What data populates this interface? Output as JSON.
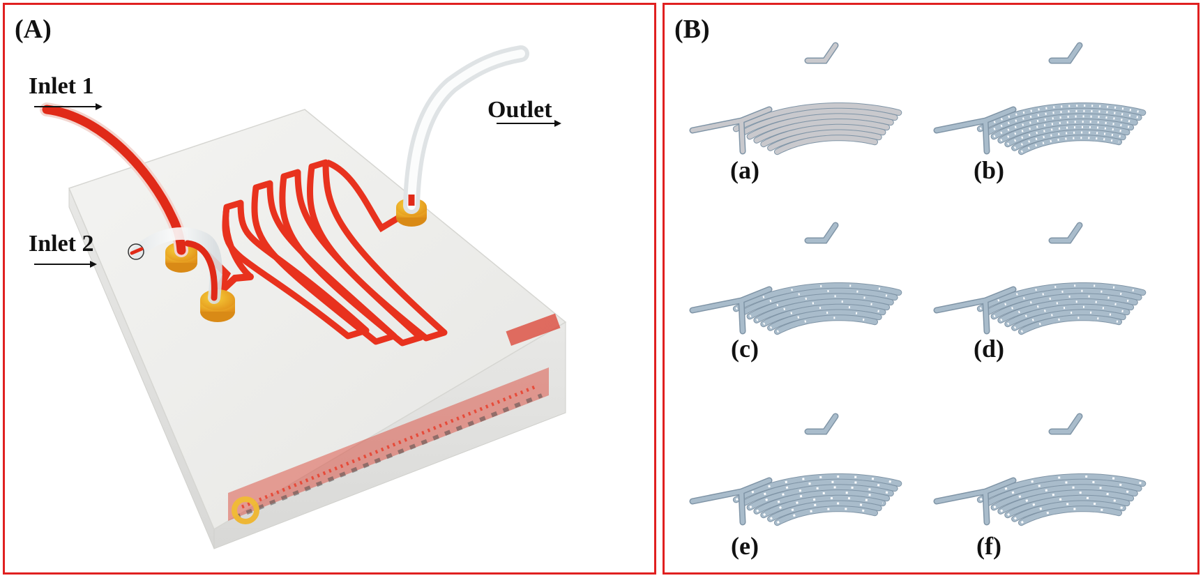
{
  "panel_a": {
    "label": "(A)",
    "inlet1": "Inlet 1",
    "inlet2": "Inlet 2",
    "outlet": "Outlet",
    "colors": {
      "channel": "#e8321e",
      "connector": "#f2b21a",
      "chip": "#eeeeec",
      "frame": "#e02020"
    }
  },
  "panel_b": {
    "label": "(B)",
    "variants": [
      {
        "label": "(a)",
        "pattern": "plain"
      },
      {
        "label": "(b)",
        "pattern": "dense-grid"
      },
      {
        "label": "(c)",
        "pattern": "sparse-dashes"
      },
      {
        "label": "(d)",
        "pattern": "short-dashes"
      },
      {
        "label": "(e)",
        "pattern": "staggered-bars"
      },
      {
        "label": "(f)",
        "pattern": "long-bars"
      }
    ],
    "colors": {
      "plain": "#c9c9cd",
      "channel": "#a9bccb",
      "outline": "#7f94a6"
    }
  }
}
